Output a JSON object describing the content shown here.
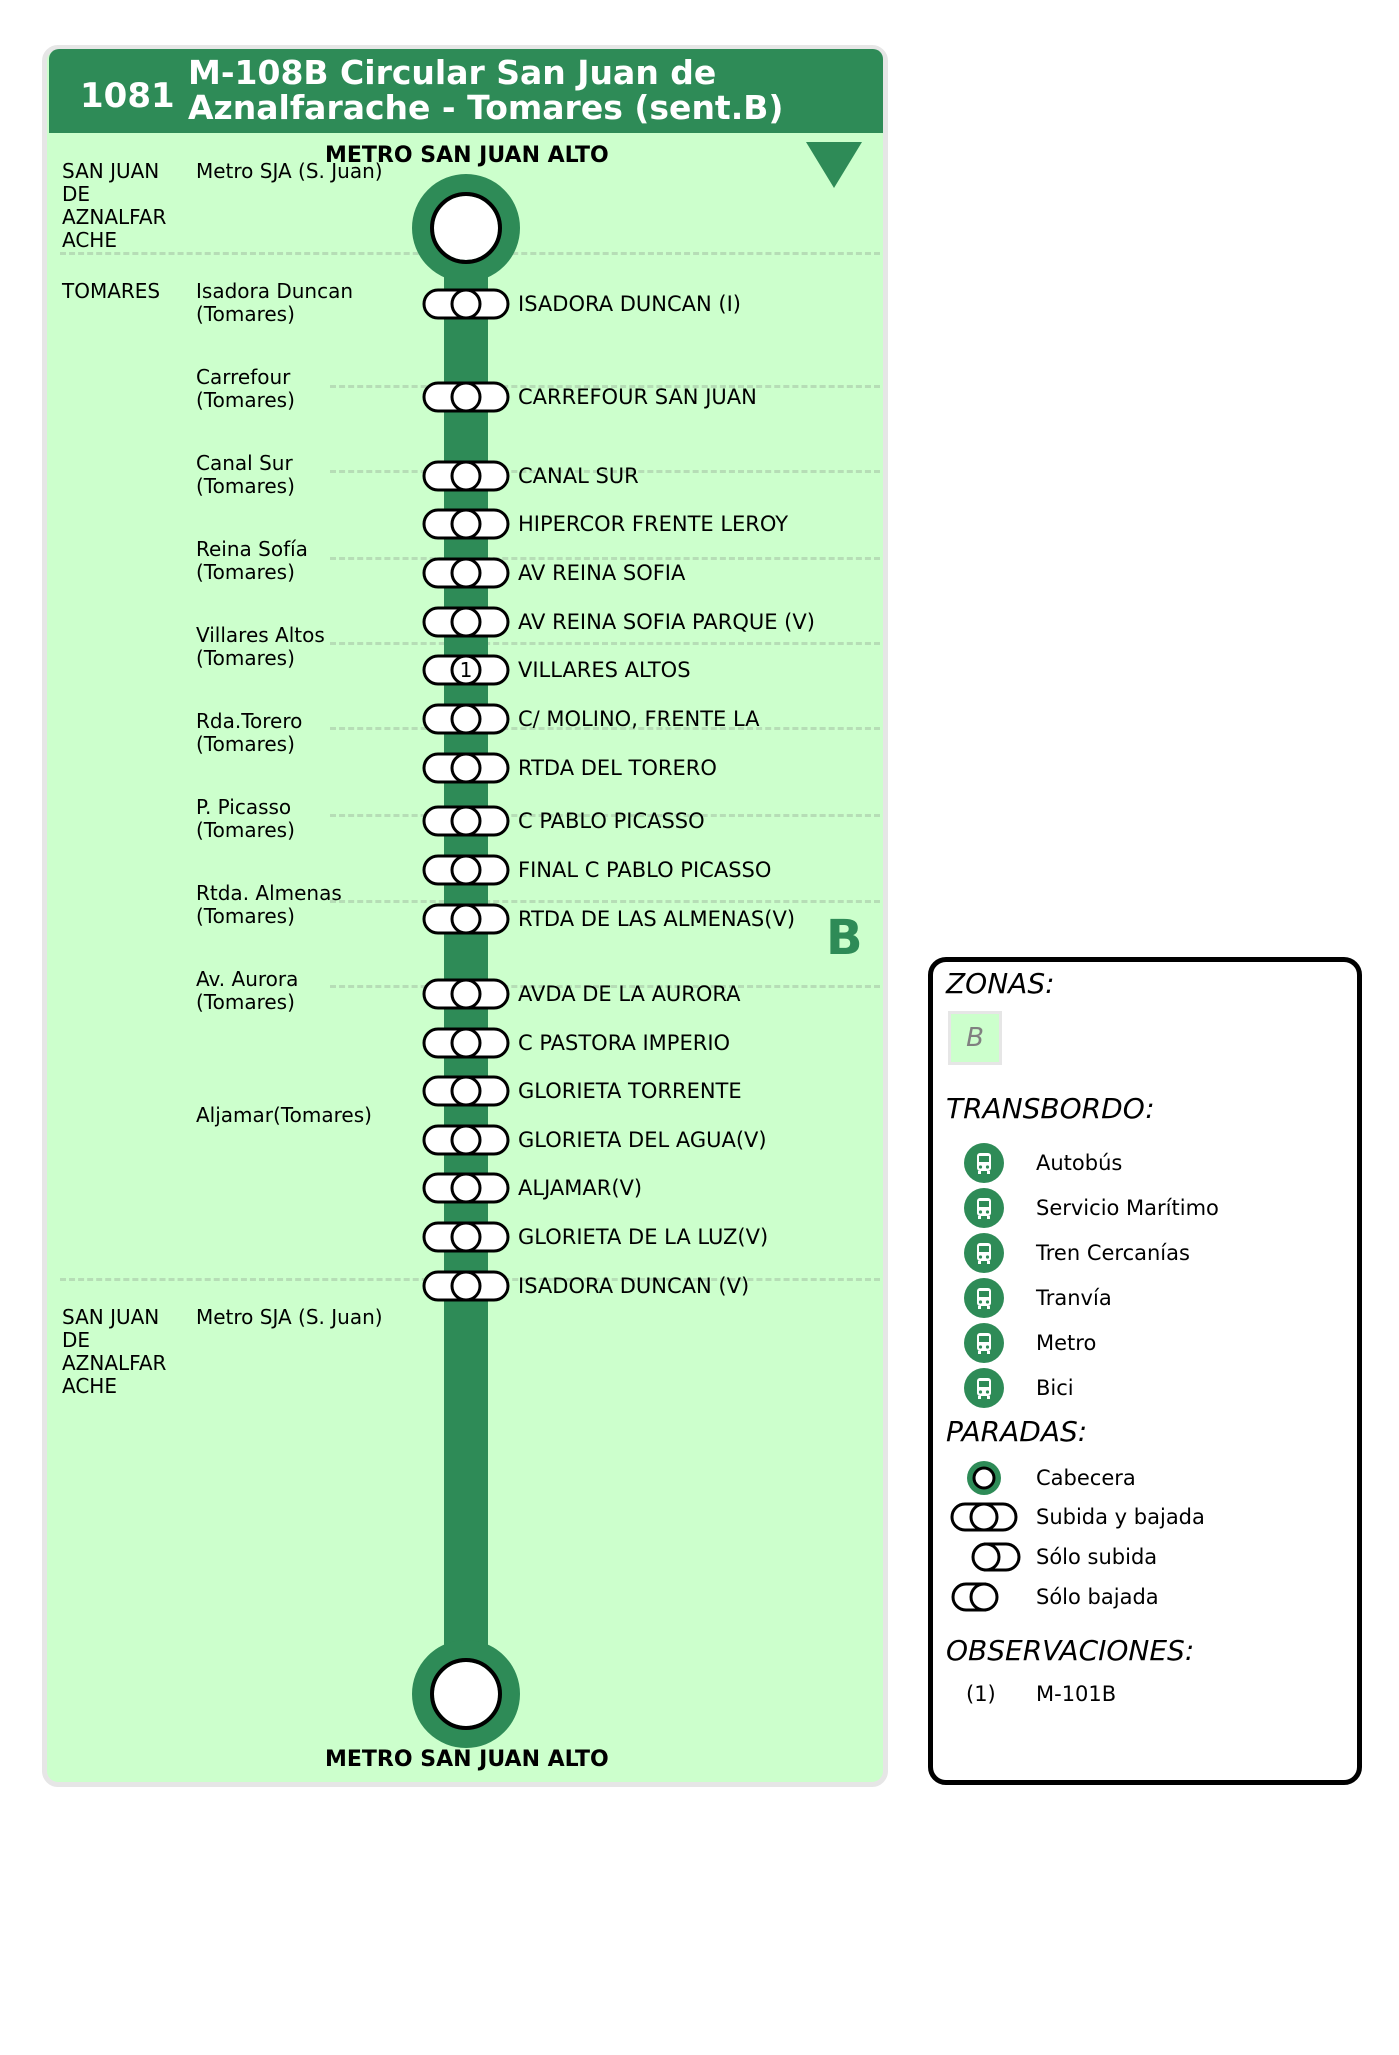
{
  "header": {
    "route_code": "1081",
    "route_title": "M-108B Circular San Juan de Aznalfarache - Tomares (sent.B)"
  },
  "zone_marker": "B",
  "terminals": {
    "start_label": "METRO SAN JUAN ALTO",
    "end_label": "METRO SAN JUAN ALTO"
  },
  "municipalities": [
    {
      "name": "SAN JUAN DE AZNALFAR ACHE"
    },
    {
      "name": "TOMARES"
    },
    {
      "name": "SAN JUAN DE AZNALFAR ACHE"
    }
  ],
  "localities": [
    {
      "name": "Metro SJA (S. Juan)"
    },
    {
      "name": "Isadora Duncan\n(Tomares)"
    },
    {
      "name": "Carrefour\n(Tomares)"
    },
    {
      "name": "Canal Sur\n(Tomares)"
    },
    {
      "name": "Reina Sofía\n(Tomares)"
    },
    {
      "name": "Villares Altos\n(Tomares)"
    },
    {
      "name": "Rda.Torero\n(Tomares)"
    },
    {
      "name": "P. Picasso\n(Tomares)"
    },
    {
      "name": "Rtda. Almenas\n(Tomares)"
    },
    {
      "name": "Av. Aurora\n(Tomares)"
    },
    {
      "name": "Aljamar(Tomares)"
    },
    {
      "name": "Metro SJA (S. Juan)"
    }
  ],
  "stops": [
    {
      "name": "ISADORA DUNCAN (I)",
      "type": "both"
    },
    {
      "name": "CARREFOUR SAN JUAN",
      "type": "both"
    },
    {
      "name": "CANAL SUR",
      "type": "both"
    },
    {
      "name": "HIPERCOR FRENTE LEROY",
      "type": "both"
    },
    {
      "name": "AV  REINA SOFIA",
      "type": "both"
    },
    {
      "name": "AV  REINA SOFIA  PARQUE (V)",
      "type": "both"
    },
    {
      "name": "VILLARES ALTOS",
      "type": "both",
      "note": "1"
    },
    {
      "name": "C/ MOLINO, FRENTE LA",
      "type": "both"
    },
    {
      "name": "RTDA  DEL TORERO",
      "type": "both"
    },
    {
      "name": "C  PABLO PICASSO",
      "type": "both"
    },
    {
      "name": "FINAL C  PABLO PICASSO",
      "type": "both"
    },
    {
      "name": "RTDA  DE LAS ALMENAS(V)",
      "type": "both"
    },
    {
      "name": "AVDA DE LA AURORA",
      "type": "both"
    },
    {
      "name": "C  PASTORA IMPERIO",
      "type": "both"
    },
    {
      "name": "GLORIETA TORRENTE",
      "type": "both"
    },
    {
      "name": "GLORIETA DEL AGUA(V)",
      "type": "both"
    },
    {
      "name": "ALJAMAR(V)",
      "type": "both"
    },
    {
      "name": "GLORIETA DE LA LUZ(V)",
      "type": "both"
    },
    {
      "name": "ISADORA DUNCAN (V)",
      "type": "both"
    }
  ],
  "legend": {
    "zones_title": "ZONAS:",
    "zone_value": "B",
    "transfer_title": "TRANSBORDO:",
    "transfers": [
      {
        "label": "Autobús",
        "icon": "bus-icon"
      },
      {
        "label": "Servicio Marítimo",
        "icon": "boat-icon"
      },
      {
        "label": "Tren Cercanías",
        "icon": "train-icon"
      },
      {
        "label": "Tranvía",
        "icon": "tram-icon"
      },
      {
        "label": "Metro",
        "icon": "metro-icon"
      },
      {
        "label": "Bici",
        "icon": "bike-icon"
      }
    ],
    "stops_title": "PARADAS:",
    "stop_types": [
      {
        "label": "Cabecera"
      },
      {
        "label": "Subida y bajada"
      },
      {
        "label": "Sólo subida"
      },
      {
        "label": "Sólo bajada"
      }
    ],
    "obs_title": "OBSERVACIONES:",
    "observations": [
      {
        "key": "(1)",
        "value": "M-101B"
      }
    ]
  },
  "colors": {
    "route_green": "#2e8b57",
    "panel_bg": "#ccffcc"
  }
}
